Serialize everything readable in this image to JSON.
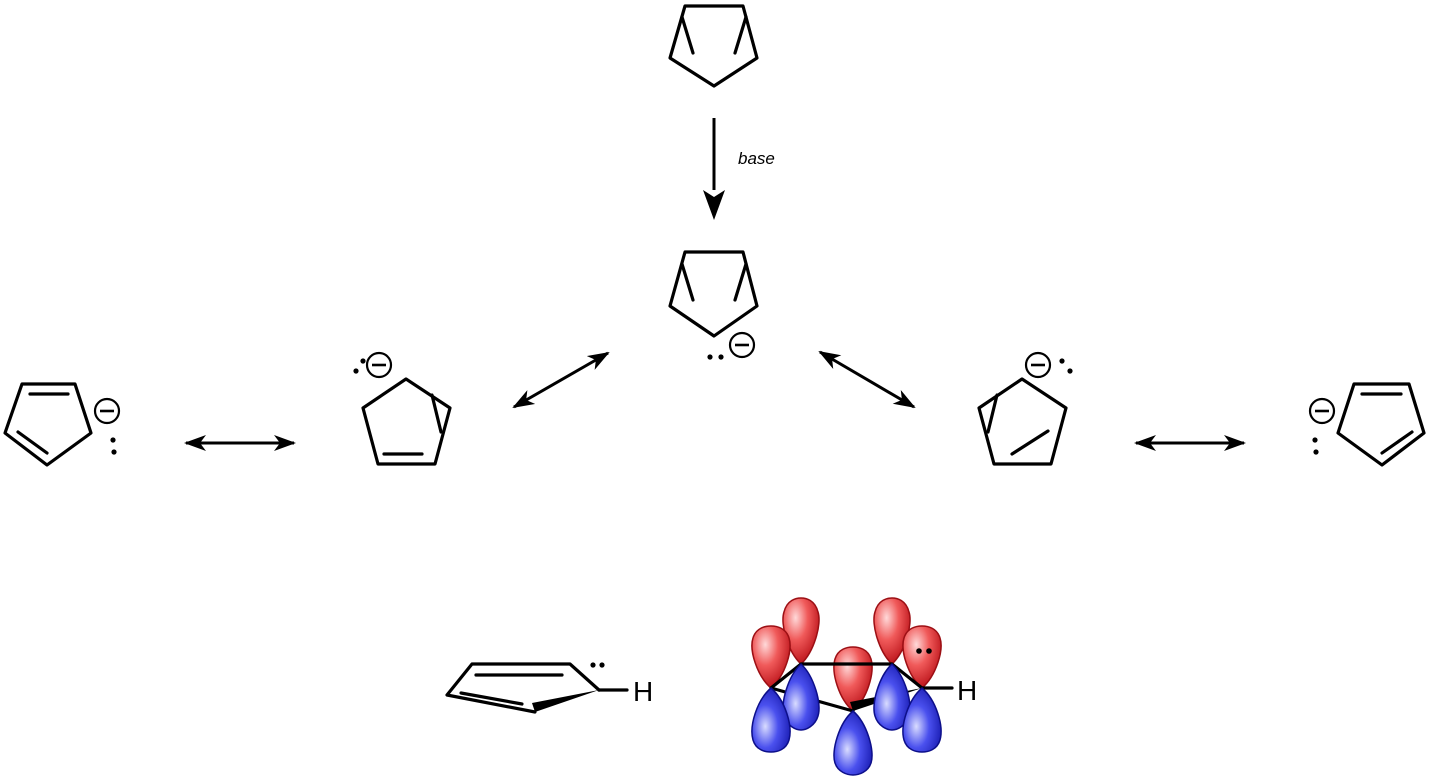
{
  "reaction": {
    "reagent_label": "base"
  },
  "labels": {
    "hydrogen_1": "H",
    "hydrogen_2": "H"
  },
  "colors": {
    "bond": "#000000",
    "orbital_top": "#e8202a",
    "orbital_bottom": "#2b2fd6",
    "background": "#ffffff"
  },
  "icons": {
    "charge": "minus-in-circle",
    "lone_pair": "two-dots",
    "resonance_arrow": "double-headed-arrow",
    "reaction_arrow": "down-arrow"
  }
}
